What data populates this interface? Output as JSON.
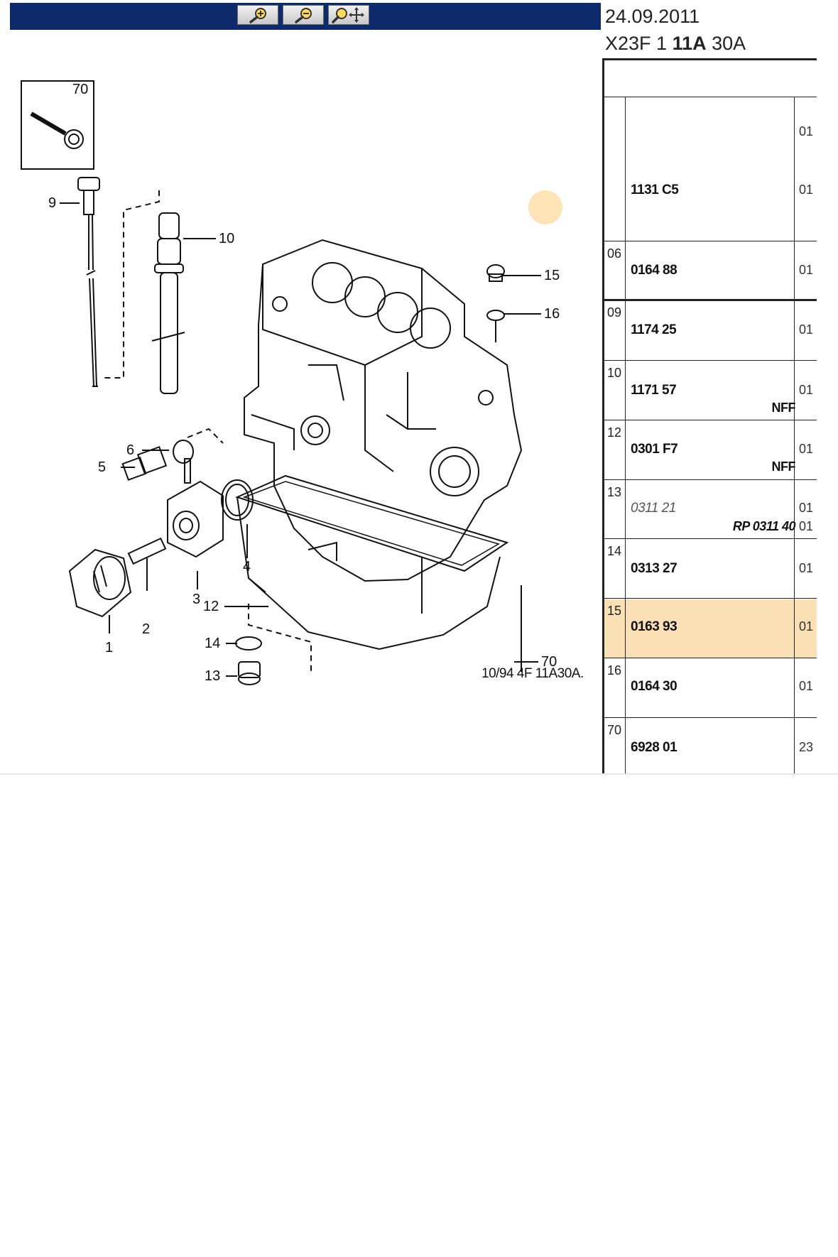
{
  "toolbar": {
    "buttons": [
      {
        "icon": "zoom-in-icon"
      },
      {
        "icon": "zoom-out-icon"
      },
      {
        "icon": "zoom-pan-icon"
      }
    ]
  },
  "diagram": {
    "caption": "10/94  4F  11A30A.",
    "callouts": {
      "c1": "1",
      "c2": "2",
      "c3": "3",
      "c4": "4",
      "c5": "5",
      "c6": "6",
      "c9": "9",
      "c10": "10",
      "c12": "12",
      "c13": "13",
      "c14": "14",
      "c15": "15",
      "c16": "16",
      "c70": "70",
      "c70b": "70"
    }
  },
  "header": {
    "date": "24.09.2011",
    "code_prefix": "X23F 1 ",
    "code_bold": "11A",
    "code_suffix": " 30A"
  },
  "parts": [
    {
      "ref": "",
      "part": "1131 C5",
      "qty": [
        "01",
        "01"
      ],
      "note": "",
      "italic": false,
      "highlight": false
    },
    {
      "ref": "06",
      "part": "0164 88",
      "qty": [
        "01"
      ],
      "note": "",
      "italic": false,
      "highlight": false
    },
    {
      "ref": "09",
      "part": "1174 25",
      "qty": [
        "01"
      ],
      "note": "",
      "italic": false,
      "highlight": false
    },
    {
      "ref": "10",
      "part": "1171 57",
      "qty": [
        "01"
      ],
      "note": "NFF",
      "italic": false,
      "highlight": false
    },
    {
      "ref": "12",
      "part": "0301 F7",
      "qty": [
        "01"
      ],
      "note": "NFF",
      "italic": false,
      "highlight": false
    },
    {
      "ref": "13",
      "part": "0311 21",
      "qty": [
        "01",
        "01"
      ],
      "note": "RP 0311 40",
      "italic": true,
      "highlight": false
    },
    {
      "ref": "14",
      "part": "0313 27",
      "qty": [
        "01"
      ],
      "note": "",
      "italic": false,
      "highlight": false
    },
    {
      "ref": "15",
      "part": "0163 93",
      "qty": [
        "01"
      ],
      "note": "",
      "italic": false,
      "highlight": true
    },
    {
      "ref": "16",
      "part": "0164 30",
      "qty": [
        "01"
      ],
      "note": "",
      "italic": false,
      "highlight": false
    },
    {
      "ref": "70",
      "part": "6928 01",
      "qty": [
        "23"
      ],
      "note": "",
      "italic": false,
      "highlight": false
    }
  ],
  "colors": {
    "toolbar_bg": "#0d2b6c",
    "row_highlight": "#fae0b4",
    "cursor_marker": "#fde3b5"
  }
}
